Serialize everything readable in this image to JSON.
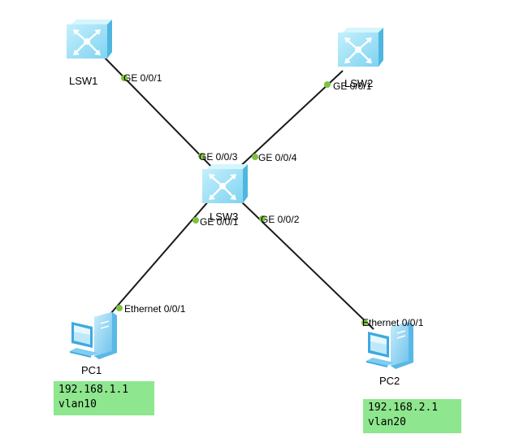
{
  "colors": {
    "switch_face": "#9fe3f7",
    "switch_side": "#57bfe6",
    "switch_top": "#c9f1fc",
    "port_dot": "#7dc242",
    "link": "#1a1a1a",
    "note_bg": "#8ee68e",
    "pc_body": "#8fd4f2",
    "pc_screen": "#3fa9e0"
  },
  "devices": {
    "lsw1": {
      "label": "LSW1",
      "icon": "switch-icon"
    },
    "lsw2": {
      "label": "LSW2",
      "icon": "switch-icon"
    },
    "lsw3": {
      "label": "LSW3",
      "icon": "switch-icon"
    },
    "pc1": {
      "label": "PC1",
      "icon": "pc-icon"
    },
    "pc2": {
      "label": "PC2",
      "icon": "pc-icon"
    }
  },
  "ports": {
    "lsw1_ge001": "GE 0/0/1",
    "lsw2_ge001": "GE 0/0/1",
    "lsw3_ge003": "GE 0/0/3",
    "lsw3_ge004": "GE 0/0/4",
    "lsw3_ge001": "GE 0/0/1",
    "lsw3_ge002": "GE 0/0/2",
    "pc1_eth": "Ethernet 0/0/1",
    "pc2_eth": "Ethernet 0/0/1"
  },
  "notes": {
    "pc1": {
      "ip": "192.168.1.1",
      "vlan": "vlan10"
    },
    "pc2": {
      "ip": "192.168.2.1",
      "vlan": "vlan20"
    }
  }
}
